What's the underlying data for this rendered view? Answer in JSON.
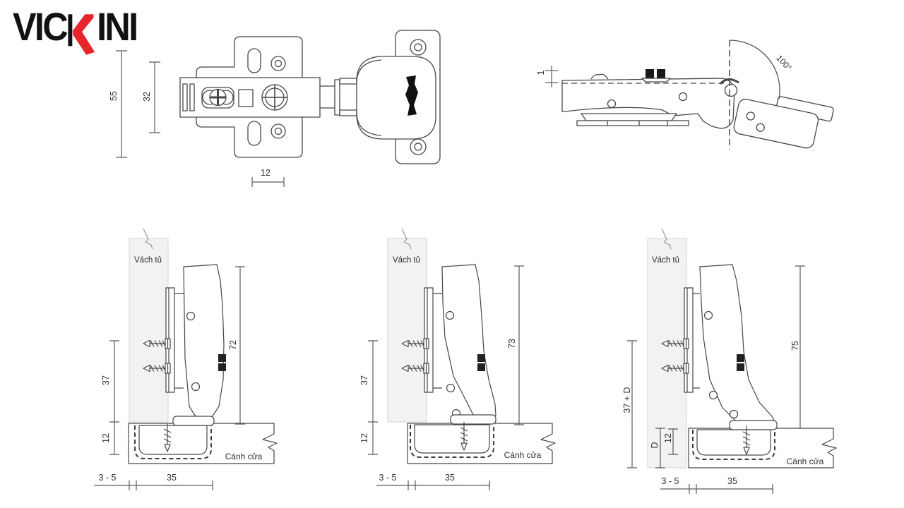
{
  "brand": {
    "name": "VICKINI",
    "left": "VIC",
    "k": "K",
    "right": "INI"
  },
  "colors": {
    "line": "#474747",
    "dim": "#5a5a5a",
    "panel_fill": "#f2f2f2",
    "logo_red": "#e8232a",
    "logo_black": "#111111"
  },
  "top_view": {
    "dim_height_total": "55",
    "dim_height_inner": "32",
    "dim_width": "12"
  },
  "side_view": {
    "dim_overlay": "1",
    "opening_angle": "100°"
  },
  "mount_views": [
    {
      "panel_label": "Vách tủ",
      "door_label": "Cánh cửa",
      "dim_plate": "37",
      "dim_cup_depth": "12",
      "dim_total": "72",
      "dim_gap": "3 - 5",
      "dim_cup_distance": "35"
    },
    {
      "panel_label": "Vách tủ",
      "door_label": "Cánh cửa",
      "dim_plate": "37",
      "dim_cup_depth": "12",
      "dim_total": "73",
      "dim_gap": "3 - 5",
      "dim_cup_distance": "35"
    },
    {
      "panel_label": "Vách tủ",
      "door_label": "Cánh cửa",
      "dim_plate": "37 + D",
      "dim_inset": "D",
      "dim_cup_depth": "12",
      "dim_total": "75",
      "dim_gap": "3 - 5",
      "dim_cup_distance": "35"
    }
  ]
}
